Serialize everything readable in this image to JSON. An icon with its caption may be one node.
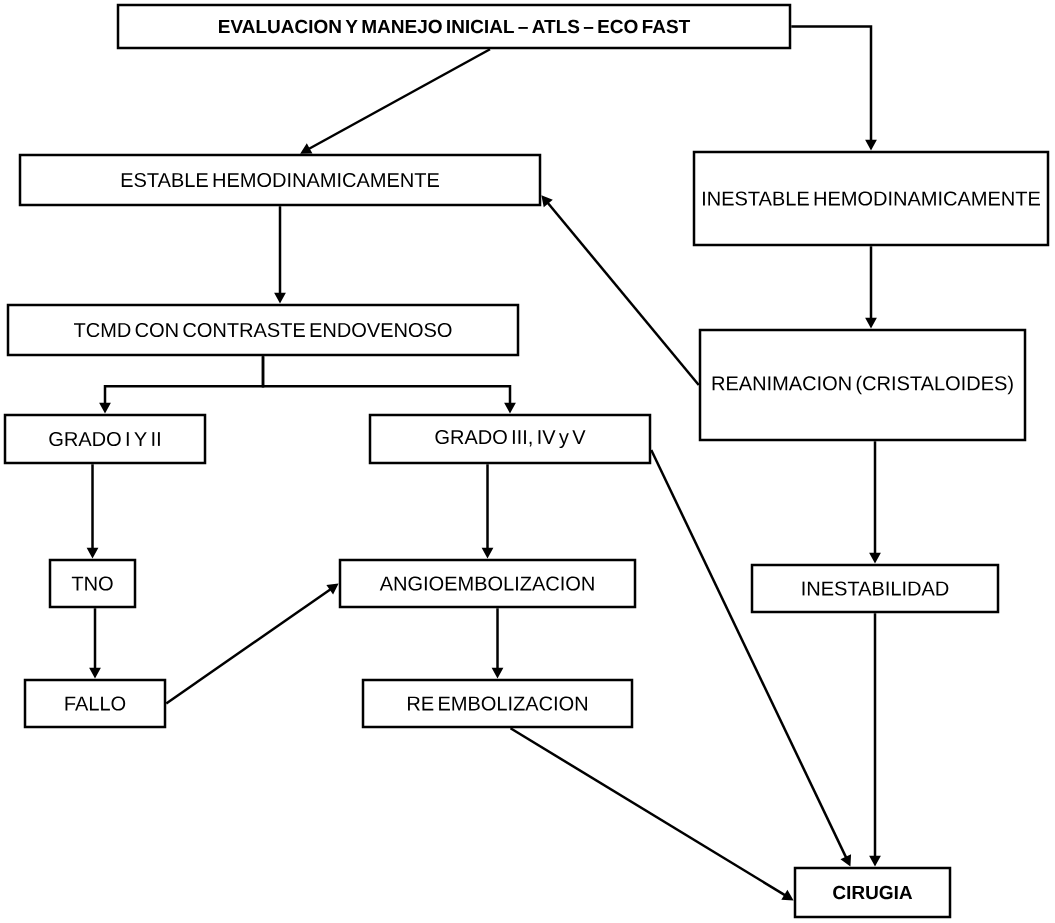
{
  "diagram": {
    "nodes": [
      {
        "text": [
          "EVALUACION Y MANEJO INICIAL – ATLS – ECO FAST"
        ]
      },
      {
        "text": [
          "ESTABLE HEMODINAMICAMENTE"
        ]
      },
      {
        "text": [
          "INESTABLE HEMODINAMICAMENTE"
        ]
      },
      {
        "text": [
          "TCMD CON CONTRASTE ENDOVENOSO"
        ]
      },
      {
        "text": [
          "GRADO I Y II"
        ]
      },
      {
        "text": [
          "GRADO III, IV y V"
        ]
      },
      {
        "text": [
          "REANIMACION (CRISTALOIDES)"
        ]
      },
      {
        "text": [
          "TNO"
        ]
      },
      {
        "text": [
          "ANGIOEMBOLIZACION"
        ]
      },
      {
        "text": [
          "INESTABILIDAD"
        ]
      },
      {
        "text": [
          "FALLO"
        ]
      },
      {
        "text": [
          "RE EMBOLIZACION"
        ]
      },
      {
        "text": [
          "CIRUGIA"
        ]
      }
    ],
    "edges": [
      {
        "from": 0,
        "to": 1,
        "arrow": "to"
      },
      {
        "from": 0,
        "to": 2,
        "arrow": "to"
      },
      {
        "from": 1,
        "to": 3,
        "arrow": "to"
      },
      {
        "from": 3,
        "to": 4,
        "arrow": "to"
      },
      {
        "from": 3,
        "to": 5,
        "arrow": "to"
      },
      {
        "from": 6,
        "to": 1,
        "arrow": "to"
      },
      {
        "from": 2,
        "to": 6,
        "arrow": "to"
      },
      {
        "from": 4,
        "to": 7,
        "arrow": "to"
      },
      {
        "from": 5,
        "to": 8,
        "arrow": "to"
      },
      {
        "from": 6,
        "to": 9,
        "arrow": "to"
      },
      {
        "from": 7,
        "to": 10,
        "arrow": "to"
      },
      {
        "from": 10,
        "to": 8,
        "arrow": "to"
      },
      {
        "from": 8,
        "to": 11,
        "arrow": "to"
      },
      {
        "from": 11,
        "to": 12,
        "arrow": "to"
      },
      {
        "from": 5,
        "to": 12,
        "arrow": "to"
      },
      {
        "from": 9,
        "to": 12,
        "arrow": "to"
      }
    ]
  }
}
